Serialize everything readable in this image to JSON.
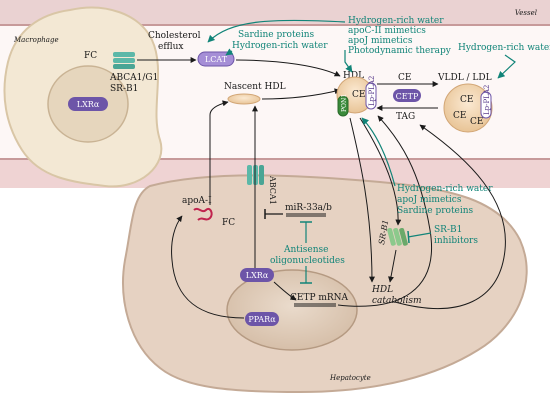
{
  "labels": {
    "vessel": "Vessel",
    "macrophage": "Macrophage",
    "hepatocyte": "Hepatocyte",
    "fc_macrophage": "FC",
    "cholesterol_efflux": [
      "Cholesterol",
      "efflux"
    ],
    "abca1_g1": "ABCA1/G1",
    "sr_b1_macrophage": "SR-B1",
    "lxr_macrophage": "LXRα",
    "lcat": "LCAT",
    "nascent_hdl": "Nascent HDL",
    "hdl": "HDL",
    "ce_hdl": "CE",
    "lp_pla2_hdl": "Lp-PLA2",
    "pon1": "PON1",
    "cetp": "CETP",
    "ce_top": "CE",
    "tag": "TAG",
    "vldl_ldl": "VLDL / LDL",
    "lp_pla2_ldl": "Lp-PLA2",
    "ce_ldl": [
      "CE",
      "CE",
      "CE"
    ],
    "abca1_hepatocyte": "ABCA1",
    "apoa1": "apoA-I",
    "fc_hepatocyte": "FC",
    "mir33": "miR-33a/b",
    "lxr_hepatocyte": "LXRα",
    "cetp_mrna": "CETP mRNA",
    "ppar": "PPARα",
    "sr_b1_hepatocyte": "SR-B1",
    "hdl_catabolism": [
      "HDL",
      "catabolism"
    ]
  },
  "interventions": {
    "lcat": [
      "Sardine proteins",
      "Hydrogen-rich water"
    ],
    "hdl": [
      "Hydrogen-rich water",
      "apoC-II mimetics",
      "apoJ mimetics",
      "Photodynamic therapy"
    ],
    "ldl": [
      "Hydrogen-rich water"
    ],
    "hepatic": [
      "Hydrogen-rich water",
      "apoJ mimetics",
      "Sardine proteins"
    ],
    "sr_b1": [
      "SR-B1",
      "inhibitors"
    ],
    "antisense": [
      "Antisense",
      "oligonucleotides"
    ]
  },
  "colors": {
    "cell_fill": "#e6d2c2",
    "cell_stroke": "#c4aa96",
    "vessel_band": "#f3dcdc",
    "vessel_dark": "#d9b8b8",
    "teal": "#118478",
    "purple": "#6d55a8",
    "purple_light": "#a58ed6",
    "particle": "#f2d5b0",
    "transporter": "#5cb8a8",
    "sr_b1_green": "#8cc98c"
  }
}
